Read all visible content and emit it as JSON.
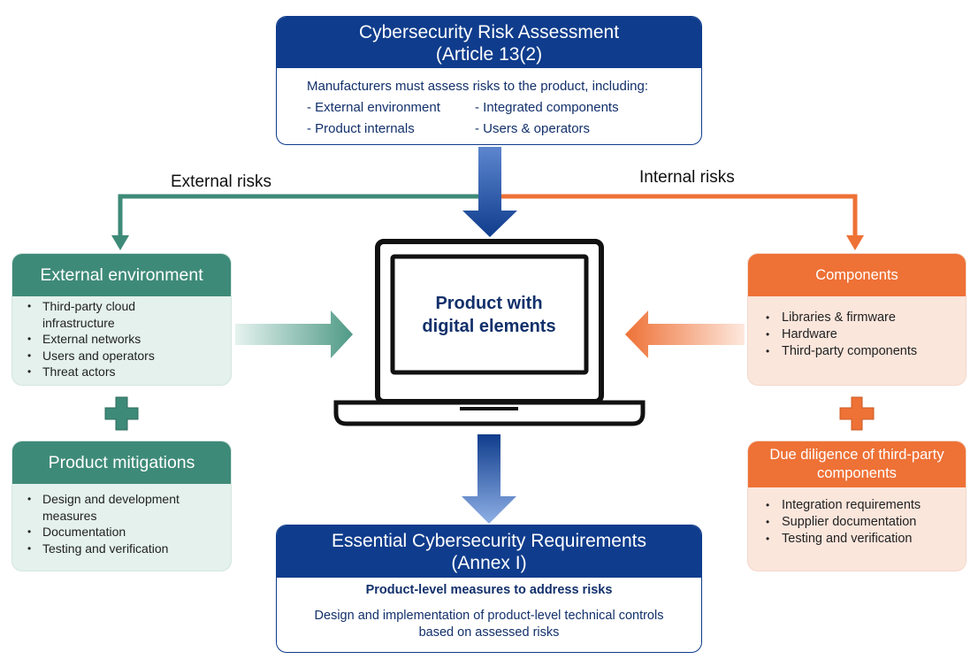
{
  "top_box": {
    "title_line1": "Cybersecurity Risk Assessment",
    "title_line2": "(Article 13(2)",
    "intro": "Manufacturers must assess risks to the product, including:",
    "items_col1": [
      "- External environment",
      "- Product internals"
    ],
    "items_col2": [
      "- Integrated components",
      "- Users & operators"
    ]
  },
  "labels": {
    "external_risks": "External risks",
    "internal_risks": "Internal risks"
  },
  "product": {
    "line1": "Product with",
    "line2": "digital elements"
  },
  "external_box": {
    "title": "External environment",
    "items": [
      "Third-party cloud infrastructure",
      "External networks",
      "Users and operators",
      "Threat actors"
    ]
  },
  "mitigations_box": {
    "title": "Product mitigations",
    "items": [
      "Design and development measures",
      "Documentation",
      "Testing and verification"
    ]
  },
  "components_box": {
    "title": "Components",
    "items": [
      "Libraries & firmware",
      "Hardware",
      "Third-party components"
    ]
  },
  "due_diligence_box": {
    "title_line1": "Due diligence of third-party",
    "title_line2": "components",
    "items": [
      "Integration requirements",
      "Supplier documentation",
      "Testing and verification"
    ]
  },
  "bottom_box": {
    "title_line1": "Essential Cybersecurity Requirements",
    "title_line2": "(Annex I)",
    "subtitle": "Product-level measures to address risks",
    "desc_line1": "Design and implementation of product-level technical controls",
    "desc_line2": "based on assessed risks"
  },
  "colors": {
    "navy": "#0f3c8c",
    "teal": "#3e8a78",
    "orange": "#ee7136"
  }
}
